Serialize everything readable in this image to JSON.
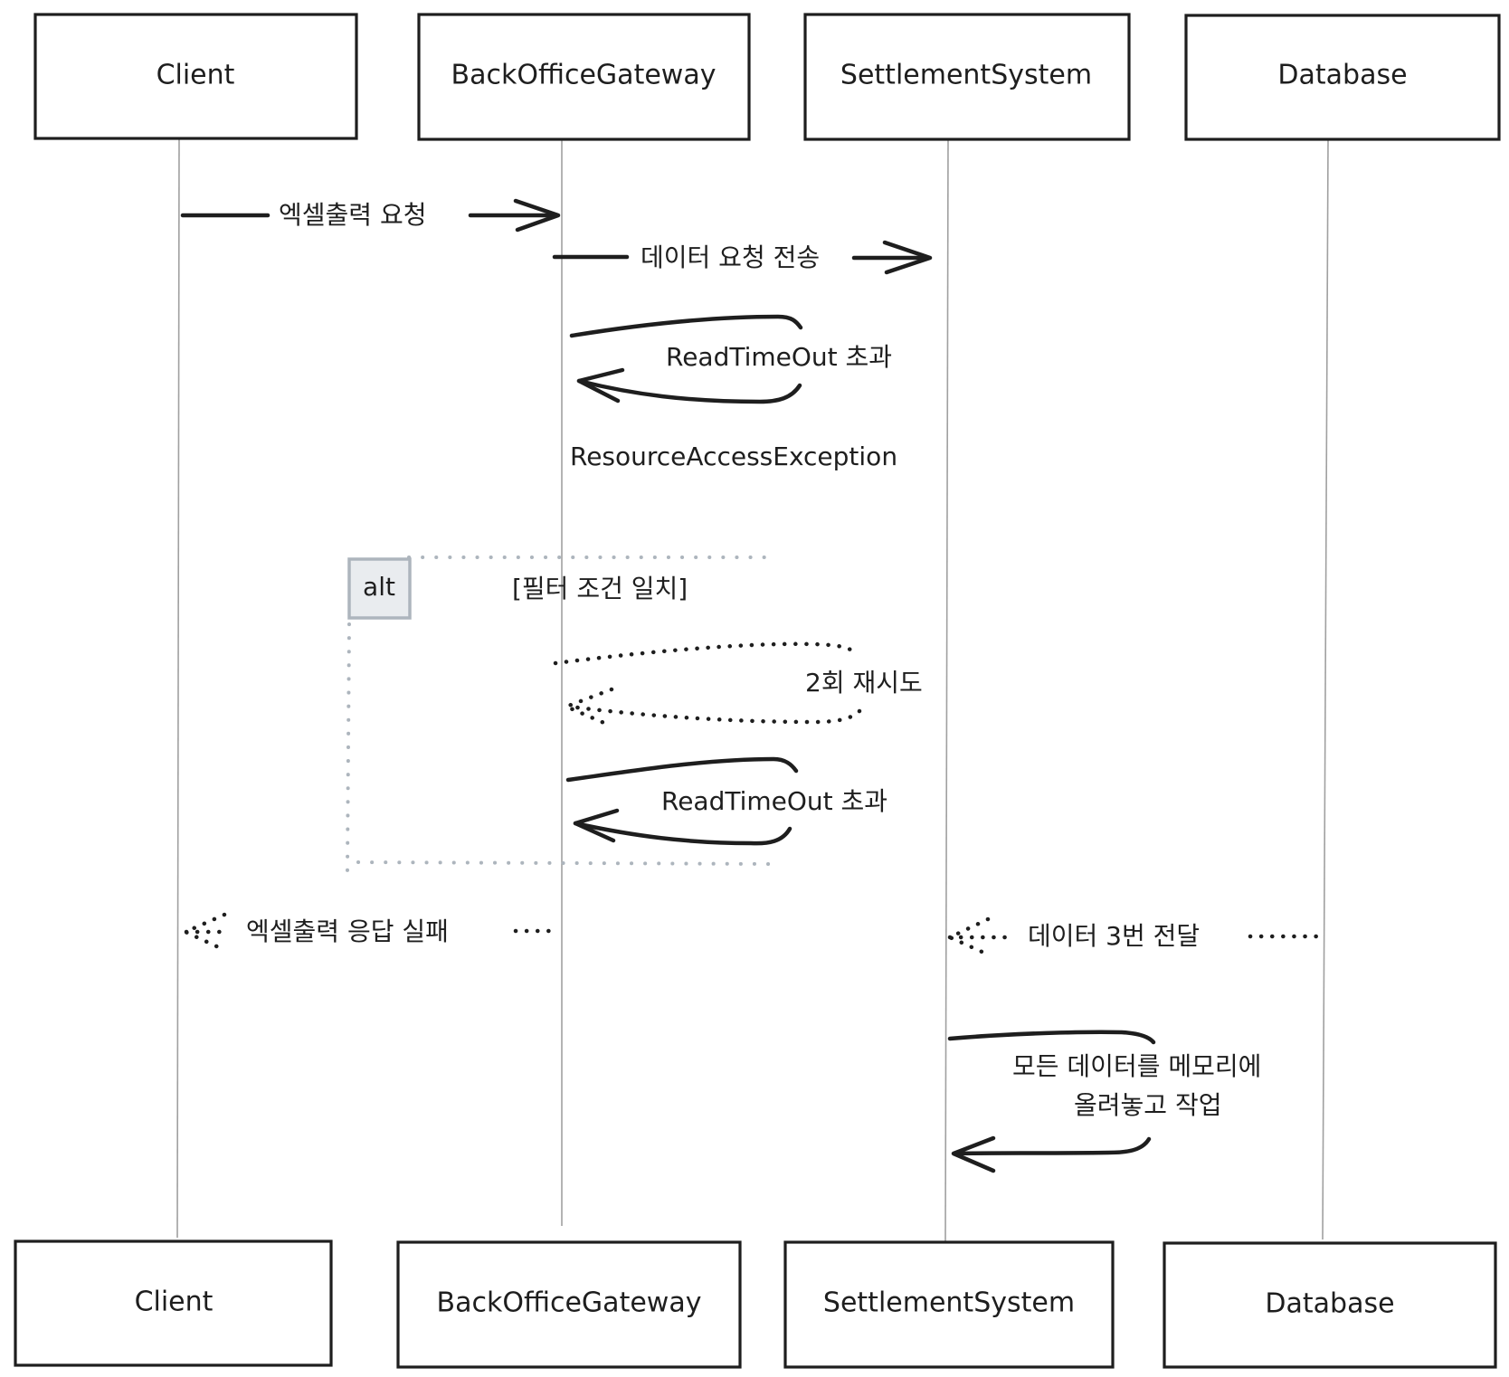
{
  "diagram": {
    "type": "sequence",
    "participants": [
      {
        "id": "client",
        "name": "Client"
      },
      {
        "id": "gateway",
        "name": "BackOfficeGateway"
      },
      {
        "id": "settlement",
        "name": "SettlementSystem"
      },
      {
        "id": "database",
        "name": "Database"
      }
    ],
    "messages": [
      {
        "id": "m1",
        "from": "client",
        "to": "gateway",
        "style": "solid",
        "label": "엑셀출력 요청"
      },
      {
        "id": "m2",
        "from": "gateway",
        "to": "settlement",
        "style": "solid",
        "label": "데이터 요청 전송"
      },
      {
        "id": "m3",
        "from": "gateway",
        "to": "gateway",
        "style": "solid",
        "label": "ReadTimeOut 초과"
      },
      {
        "id": "m4",
        "note": true,
        "label": "ResourceAccessException"
      },
      {
        "id": "m5",
        "from": "gateway",
        "to": "gateway",
        "style": "dotted",
        "label": "2회 재시도"
      },
      {
        "id": "m6",
        "from": "gateway",
        "to": "gateway",
        "style": "solid",
        "label": "ReadTimeOut 초과"
      },
      {
        "id": "m7",
        "from": "gateway",
        "to": "client",
        "style": "dotted",
        "label": "엑셀출력 응답 실패"
      },
      {
        "id": "m8",
        "from": "database",
        "to": "settlement",
        "style": "dotted",
        "label": "데이터 3번 전달"
      },
      {
        "id": "m9",
        "from": "settlement",
        "to": "settlement",
        "style": "solid",
        "label_lines": [
          "모든 데이터를 메모리에",
          "올려놓고 작업"
        ]
      }
    ],
    "fragment": {
      "operator": "alt",
      "guard": "[필터 조건 일치]"
    },
    "colors": {
      "stroke": "#1e1e1e",
      "lifeline": "#a0a0a0",
      "frame_border": "#adb5bd",
      "frame_tag_fill": "#e9ecef"
    }
  }
}
